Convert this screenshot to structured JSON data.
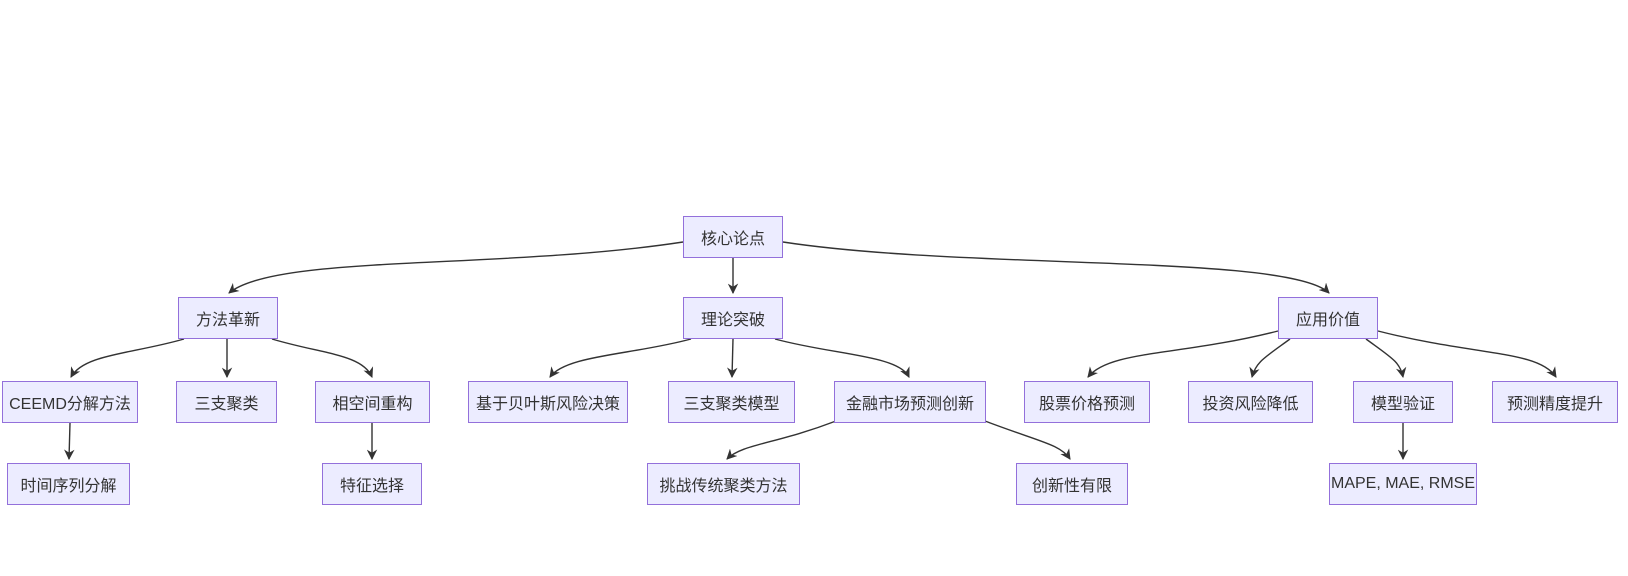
{
  "diagram": {
    "type": "flowchart-top-down",
    "background_color": "#ffffff",
    "node_fill_color": "#ECECFF",
    "node_border_color": "#9370DB",
    "edge_color": "#333333",
    "text_color": "#333333",
    "nodes": {
      "core_thesis": "核心论点",
      "method_innovation": "方法革新",
      "theory_breakthrough": "理论突破",
      "application_value": "应用价值",
      "ceemd_decomposition": "CEEMD分解方法",
      "three_way_clustering": "三支聚类",
      "phase_space_reconstruction": "相空间重构",
      "bayesian_risk_decision": "基于贝叶斯风险决策",
      "three_way_clustering_model": "三支聚类模型",
      "financial_market_forecast_innovation": "金融市场预测创新",
      "stock_price_prediction": "股票价格预测",
      "investment_risk_reduction": "投资风险降低",
      "model_validation": "模型验证",
      "forecast_accuracy_improvement": "预测精度提升",
      "time_series_decomposition": "时间序列分解",
      "feature_selection": "特征选择",
      "challenge_traditional_clustering": "挑战传统聚类方法",
      "limited_innovation": "创新性有限",
      "error_metrics": "MAPE, MAE, RMSE"
    },
    "edges": [
      {
        "from": "core_thesis",
        "to": "method_innovation"
      },
      {
        "from": "core_thesis",
        "to": "theory_breakthrough"
      },
      {
        "from": "core_thesis",
        "to": "application_value"
      },
      {
        "from": "method_innovation",
        "to": "ceemd_decomposition"
      },
      {
        "from": "method_innovation",
        "to": "three_way_clustering"
      },
      {
        "from": "method_innovation",
        "to": "phase_space_reconstruction"
      },
      {
        "from": "theory_breakthrough",
        "to": "bayesian_risk_decision"
      },
      {
        "from": "theory_breakthrough",
        "to": "three_way_clustering_model"
      },
      {
        "from": "theory_breakthrough",
        "to": "financial_market_forecast_innovation"
      },
      {
        "from": "application_value",
        "to": "stock_price_prediction"
      },
      {
        "from": "application_value",
        "to": "investment_risk_reduction"
      },
      {
        "from": "application_value",
        "to": "model_validation"
      },
      {
        "from": "application_value",
        "to": "forecast_accuracy_improvement"
      },
      {
        "from": "ceemd_decomposition",
        "to": "time_series_decomposition"
      },
      {
        "from": "phase_space_reconstruction",
        "to": "feature_selection"
      },
      {
        "from": "financial_market_forecast_innovation",
        "to": "challenge_traditional_clustering"
      },
      {
        "from": "financial_market_forecast_innovation",
        "to": "limited_innovation"
      },
      {
        "from": "model_validation",
        "to": "error_metrics"
      }
    ]
  }
}
